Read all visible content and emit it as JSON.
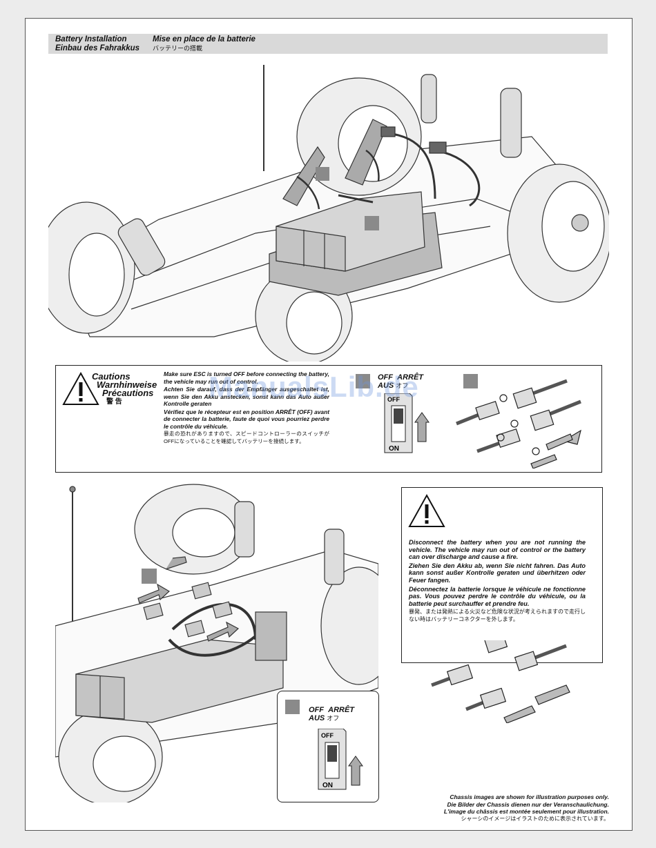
{
  "header": {
    "en": "Battery Installation",
    "de": "Einbau des Fahrakkus",
    "fr": "Mise en place de la batterie",
    "ja": "バッテリーの搭載"
  },
  "cautions": {
    "title_en": "Cautions",
    "title_de": "Warnhinweise",
    "title_fr": "Précautions",
    "title_ja": "警 告",
    "text_en": "Make sure ESC is turned OFF before connecting the battery, the vehicle may run out of control.",
    "text_de": "Achten Sie darauf, dass der Empfänger ausgeschaltet ist, wenn Sie den Akku anstecken, sonst kann das Auto außer Kontrolle geraten",
    "text_fr": "Vérifiez que le récepteur est en position ARRÊT (OFF) avant de connecter la batterie, faute de quoi vous pourriez perdre le contrôle du véhicule.",
    "text_ja": "暴走の恐れがありますので、スピードコントローラーのスイッチがOFFになっていることを確認してバッテリーを接続します。"
  },
  "switch_labels": {
    "off": "OFF",
    "arret": "ARRÊT",
    "aus": "AUS",
    "ja": "オフ",
    "sw_off": "OFF",
    "sw_on": "ON"
  },
  "warning": {
    "en": "Disconnect the battery when you are not running the vehicle. The vehicle may run out of control or the battery can over discharge and cause a fire.",
    "de": "Ziehen Sie den Akku ab, wenn Sie nicht fahren. Das Auto kann sonst außer Kontrolle geraten und überhitzen oder Feuer fangen.",
    "fr": "Déconnectez la batterie lorsque le véhicule ne fonctionne pas. Vous pouvez perdre le contrôle du véhicule, ou la batterie peut surchauffer et prendre feu.",
    "ja": "暴発、または発熱による火災など危険な状況が考えられますので走行しない時はバッテリーコネクターを外します。"
  },
  "footer": {
    "en": "Chassis images are shown for illustration purposes only.",
    "de": "Die Bilder der Chassis dienen nur der  Veranschaulichung.",
    "fr": "L'image du châssis est montée seulement pour illustration.",
    "ja": "シャーシのイメージはイラストのために表示されています。"
  },
  "watermark": "ManualsLib.de",
  "colors": {
    "header_bg": "#d9d9d9",
    "step_square": "#8a8a8a",
    "watermark": "#6e96dc"
  }
}
